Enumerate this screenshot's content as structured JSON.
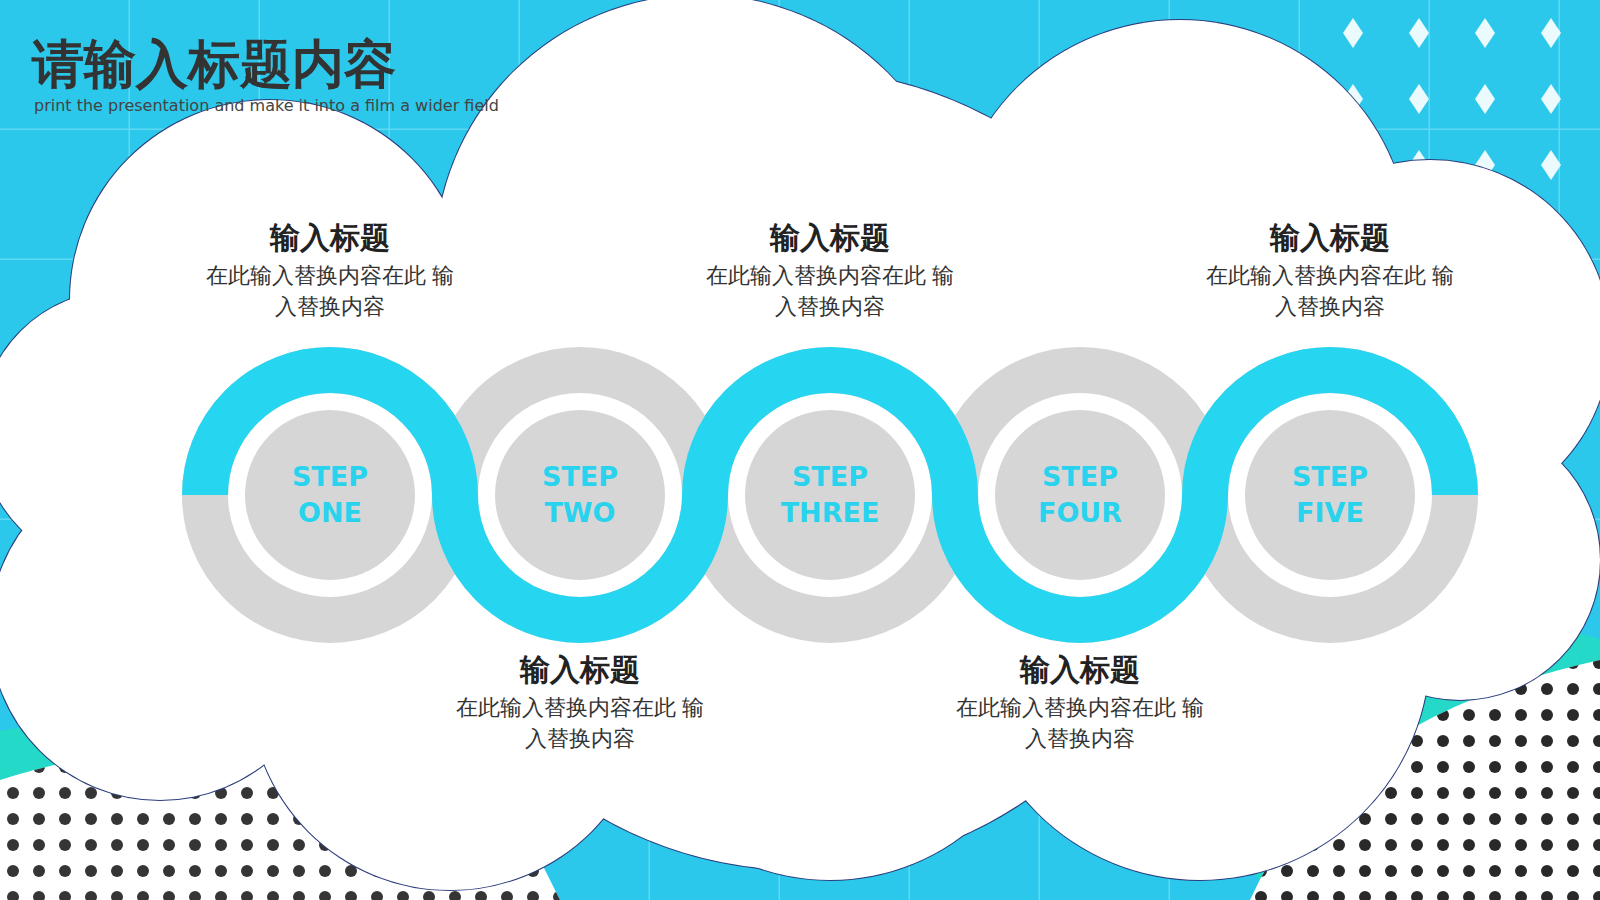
{
  "diagram": {
    "title": "请输入标题内容",
    "nodes": [
      {
        "text": [
          "STEP ONE",
          "输入标题",
          "在此输入替换内容在此 输入替换内容"
        ]
      },
      {
        "text": [
          "STEP TWO",
          "输入标题",
          "在此输入替换内容在此 输入替换内容"
        ]
      },
      {
        "text": [
          "STEP THREE",
          "输入标题",
          "在此输入替换内容在此 输入替换内容"
        ]
      },
      {
        "text": [
          "STEP FOUR",
          "输入标题",
          "在此输入替换内容在此 输入替换内容"
        ]
      },
      {
        "text": [
          "STEP FIVE",
          "输入标题",
          "在此输入替换内容在此 输入替换内容"
        ]
      }
    ],
    "labels": [
      "print the presentation and make it into a film a wider field"
    ]
  }
}
